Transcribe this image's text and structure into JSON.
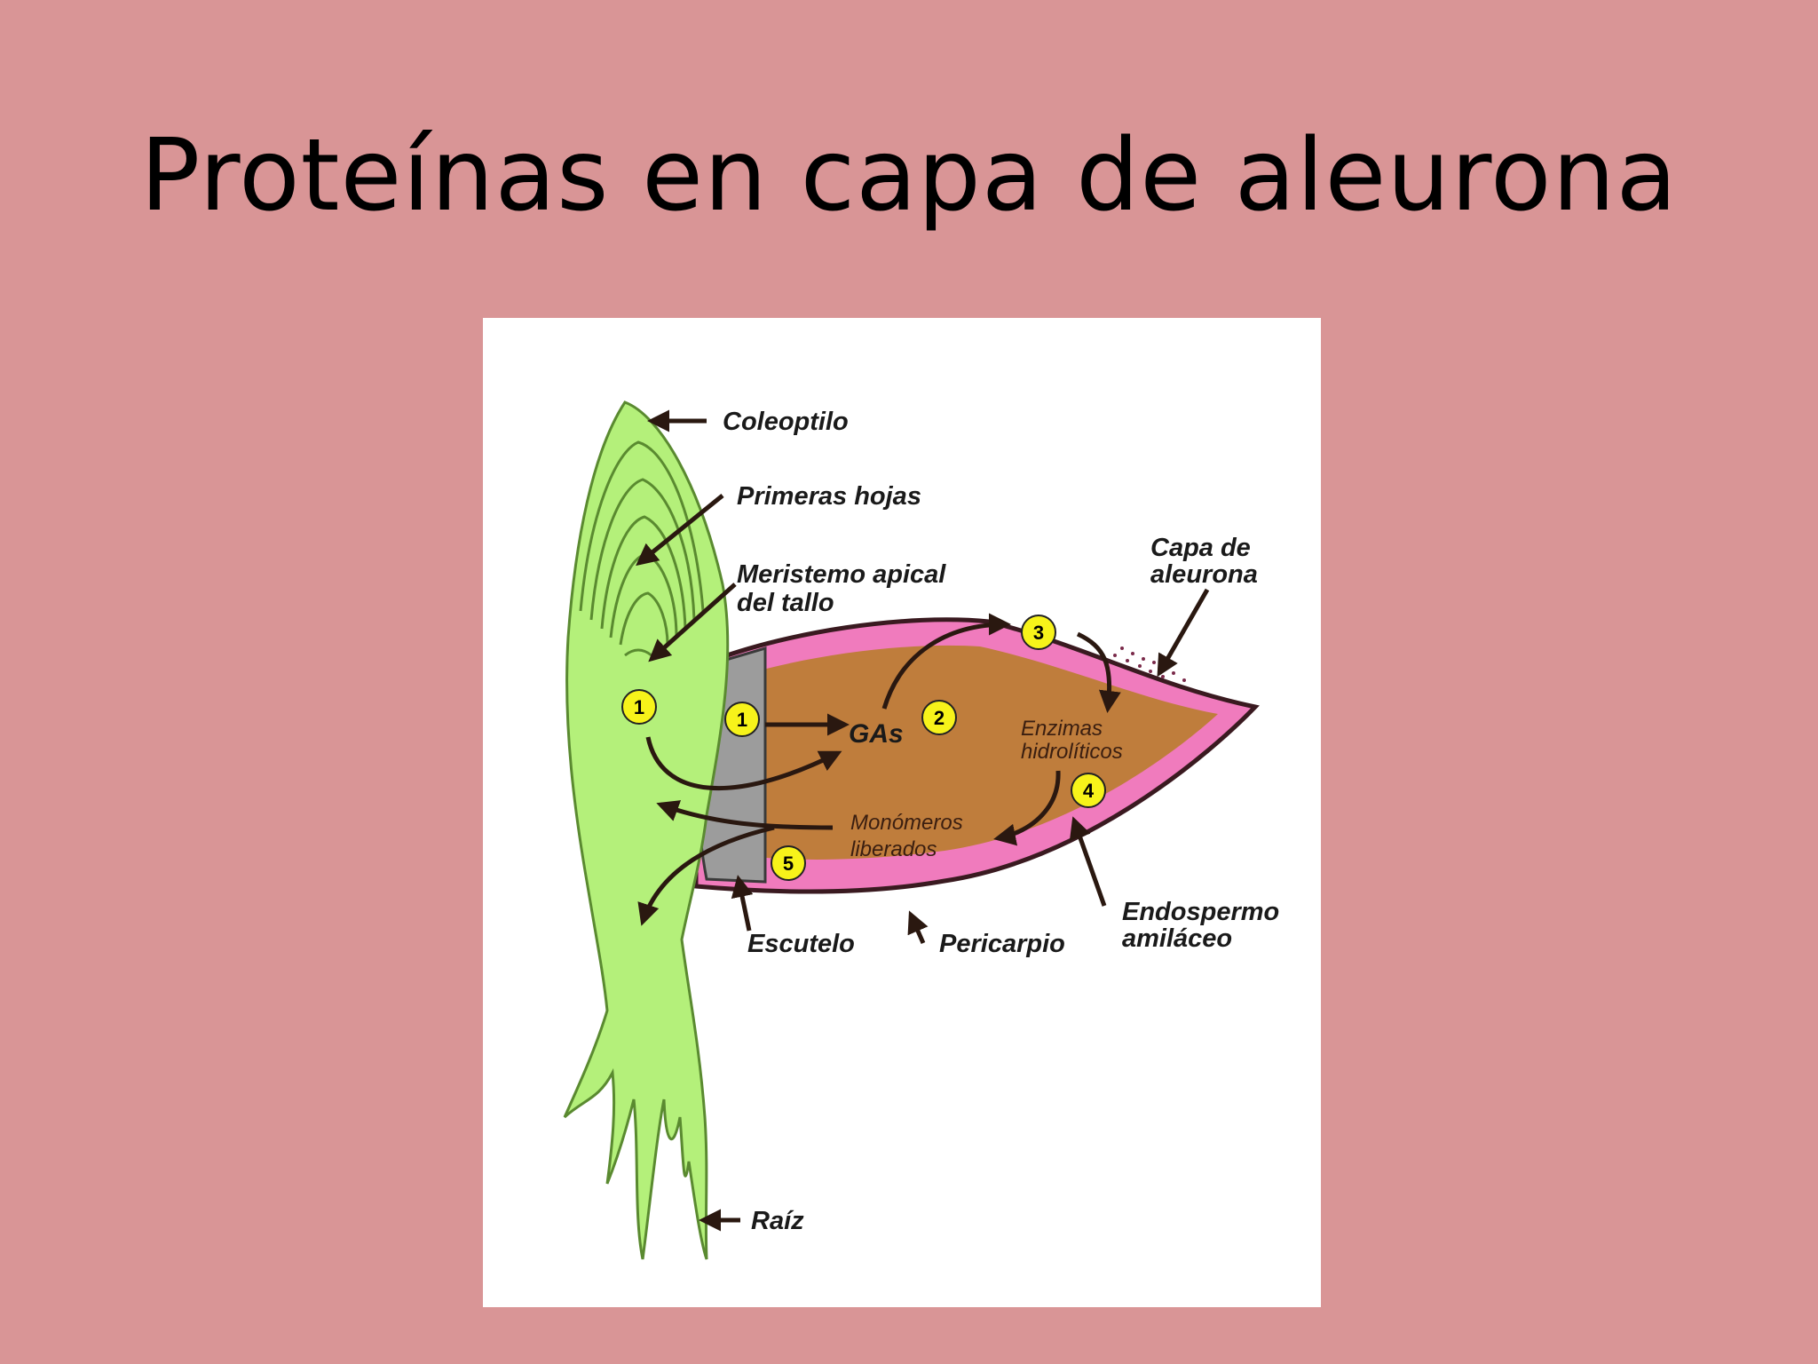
{
  "slide": {
    "title": "Proteínas en capa de aleurona"
  },
  "diagram": {
    "labels": {
      "coleoptilo": "Coleoptilo",
      "primeras_hojas": "Primeras hojas",
      "meristemo_1": "Meristemo apical",
      "meristemo_2": "del tallo",
      "capa_1": "Capa de",
      "capa_2": "aleurona",
      "gas": "GAs",
      "enzimas_1": "Enzimas",
      "enzimas_2": "hidrolíticos",
      "monomeros_1": "Monómeros",
      "monomeros_2": "liberados",
      "endospermo_1": "Endospermo",
      "endospermo_2": "amiláceo",
      "escutelo": "Escutelo",
      "pericarpio": "Pericarpio",
      "raiz": "Raíz"
    },
    "steps": [
      "1",
      "1",
      "2",
      "3",
      "4",
      "5"
    ],
    "colors": {
      "seedling": "#b4f07a",
      "endosperm": "#bf7d3c",
      "aleurone": "#f07bbd",
      "scutellum": "#9c9c9c",
      "badge": "#f7f31a",
      "arrow": "#2a1810"
    }
  }
}
